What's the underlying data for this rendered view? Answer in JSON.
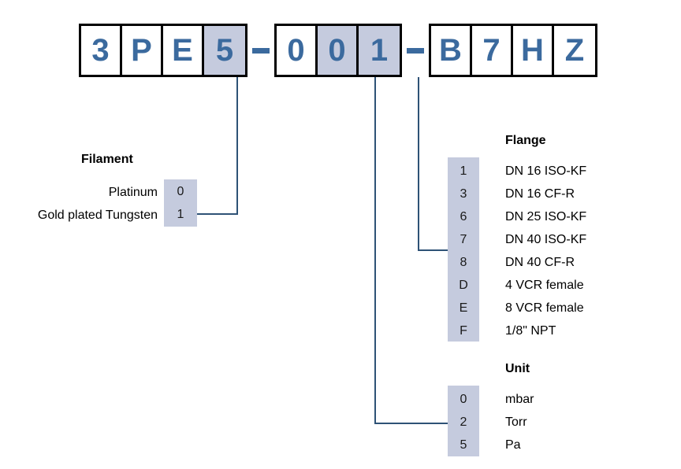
{
  "product_code": {
    "groups": [
      {
        "name": "prefix",
        "cells": [
          {
            "char": "3",
            "highlighted": false
          },
          {
            "char": "P",
            "highlighted": false
          },
          {
            "char": "E",
            "highlighted": false
          },
          {
            "char": "5",
            "highlighted": true
          }
        ]
      },
      {
        "name": "middle",
        "cells": [
          {
            "char": "0",
            "highlighted": false
          },
          {
            "char": "0",
            "highlighted": true
          },
          {
            "char": "1",
            "highlighted": true
          }
        ]
      },
      {
        "name": "suffix",
        "cells": [
          {
            "char": "B",
            "highlighted": false
          },
          {
            "char": "7",
            "highlighted": false
          },
          {
            "char": "H",
            "highlighted": false
          },
          {
            "char": "Z",
            "highlighted": false
          }
        ]
      }
    ],
    "separator": "–"
  },
  "sections": {
    "filament": {
      "title": "Filament",
      "options": [
        {
          "code": "0",
          "label": "Platinum"
        },
        {
          "code": "1",
          "label": "Gold plated Tungsten"
        }
      ]
    },
    "flange": {
      "title": "Flange",
      "options": [
        {
          "code": "1",
          "label": "DN 16 ISO-KF"
        },
        {
          "code": "3",
          "label": "DN 16 CF-R"
        },
        {
          "code": "6",
          "label": "DN 25 ISO-KF"
        },
        {
          "code": "7",
          "label": "DN 40 ISO-KF"
        },
        {
          "code": "8",
          "label": "DN 40 CF-R"
        },
        {
          "code": "D",
          "label": "4 VCR female"
        },
        {
          "code": "E",
          "label": "8 VCR female"
        },
        {
          "code": "F",
          "label": "1/8\" NPT"
        }
      ]
    },
    "unit": {
      "title": "Unit",
      "options": [
        {
          "code": "0",
          "label": "mbar"
        },
        {
          "code": "2",
          "label": "Torr"
        },
        {
          "code": "5",
          "label": "Pa"
        }
      ]
    }
  },
  "colors": {
    "code_text": "#3B6A9E",
    "highlight": "#C5CBDE",
    "connector": "#2E5276",
    "border": "#000000"
  }
}
